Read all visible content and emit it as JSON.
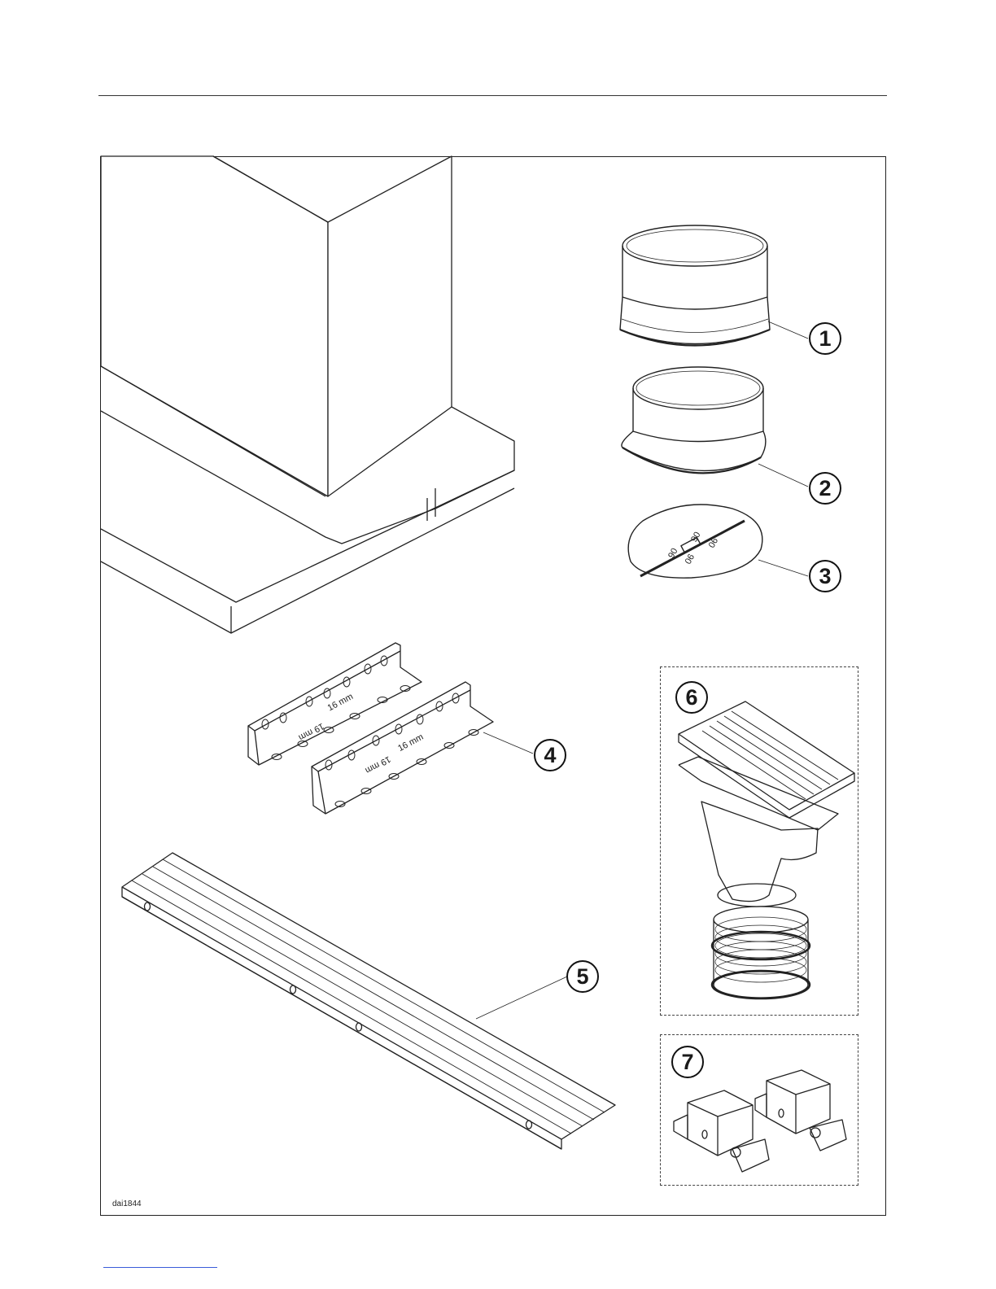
{
  "figure": {
    "code": "dai1844",
    "callouts": [
      "1",
      "2",
      "3",
      "4",
      "5",
      "6",
      "7"
    ],
    "bracket_labels": [
      "16 mm",
      "19 mm"
    ],
    "damper_labels": [
      "90",
      "90",
      "90",
      "90"
    ]
  }
}
